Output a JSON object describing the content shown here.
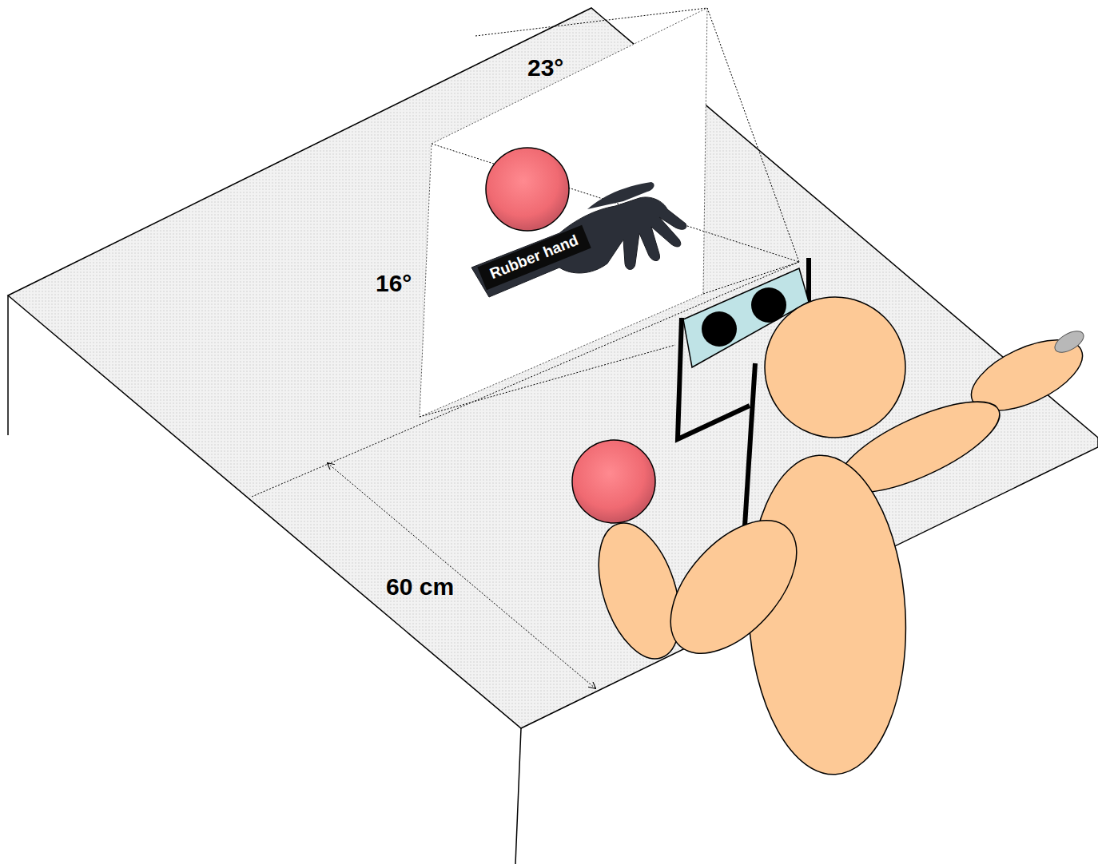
{
  "diagram": {
    "nodes": [
      {
        "text": [
          "Rubber hand"
        ]
      }
    ],
    "labels": [
      "23°",
      "16°",
      "60 cm"
    ]
  }
}
